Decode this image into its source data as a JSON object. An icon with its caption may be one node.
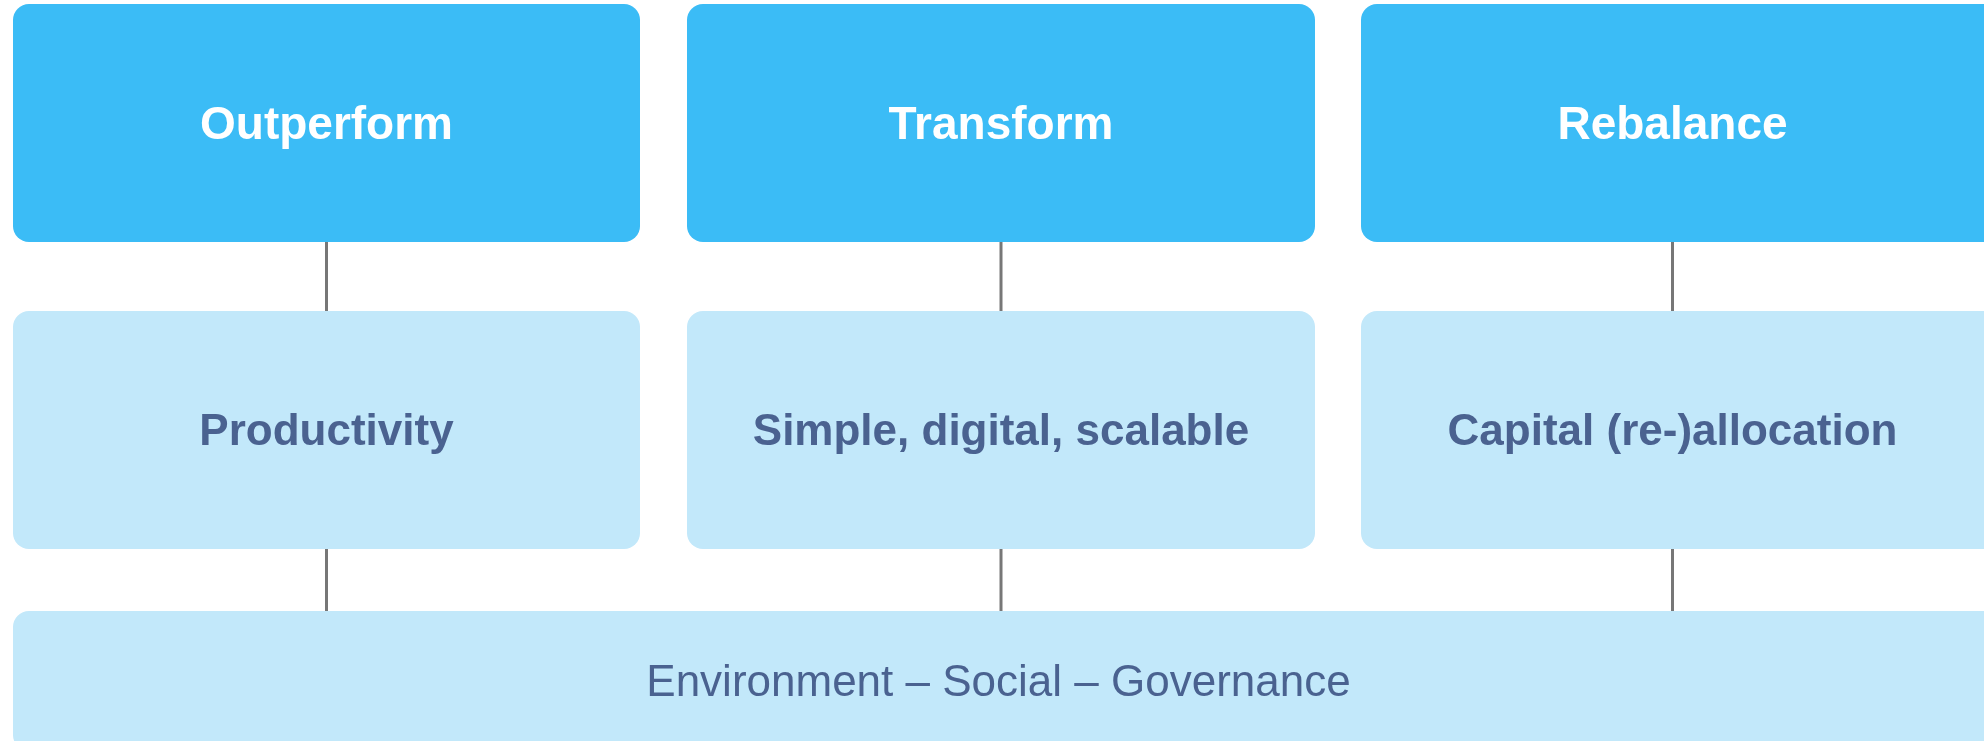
{
  "diagram": {
    "nodes": [
      {
        "text": [
          "Outperform"
        ]
      },
      {
        "text": [
          "Transform"
        ]
      },
      {
        "text": [
          "Rebalance"
        ]
      },
      {
        "text": [
          "Productivity"
        ]
      },
      {
        "text": [
          "Simple, digital, scalable"
        ]
      },
      {
        "text": [
          "Capital (re-)allocation"
        ]
      },
      {
        "text": [
          "Environment – Social – Governance"
        ]
      }
    ],
    "edges": [
      {
        "from": 0,
        "to": 3,
        "arrow": "none"
      },
      {
        "from": 1,
        "to": 4,
        "arrow": "none"
      },
      {
        "from": 2,
        "to": 5,
        "arrow": "none"
      },
      {
        "from": 3,
        "to": 6,
        "arrow": "none"
      },
      {
        "from": 4,
        "to": 6,
        "arrow": "none"
      },
      {
        "from": 5,
        "to": 6,
        "arrow": "none"
      }
    ]
  }
}
